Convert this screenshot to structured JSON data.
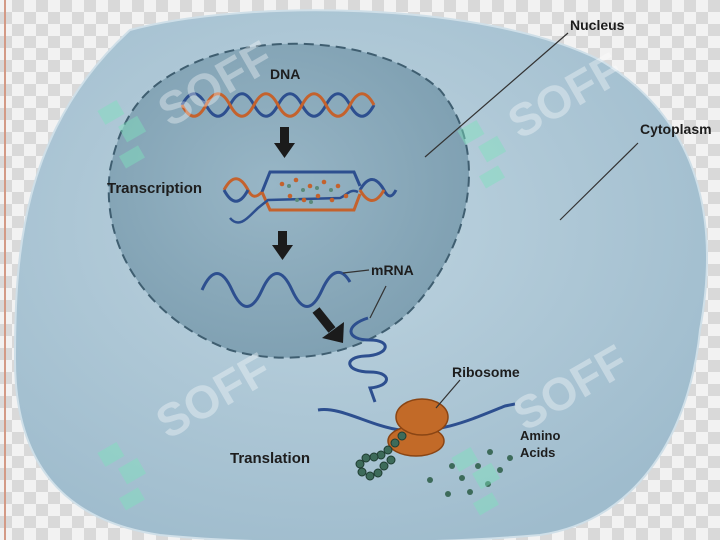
{
  "labels": {
    "dna": "DNA",
    "transcription": "Transcription",
    "mrna": "mRNA",
    "nucleus": "Nucleus",
    "cytoplasm": "Cytoplasm",
    "ribosome": "Ribosome",
    "amino_line1": "Amino",
    "amino_line2": "Acids",
    "translation": "Translation"
  },
  "watermark": "SOFF",
  "colors": {
    "cell_fill": "#a9c6d6",
    "nucleus_fill": "#8aaabb",
    "dna_blue": "#2d4f8f",
    "dna_orange": "#c4622d",
    "ribosome": "#c26a28",
    "amino": "#3d6b5a",
    "watermark": "#7de2bd"
  }
}
